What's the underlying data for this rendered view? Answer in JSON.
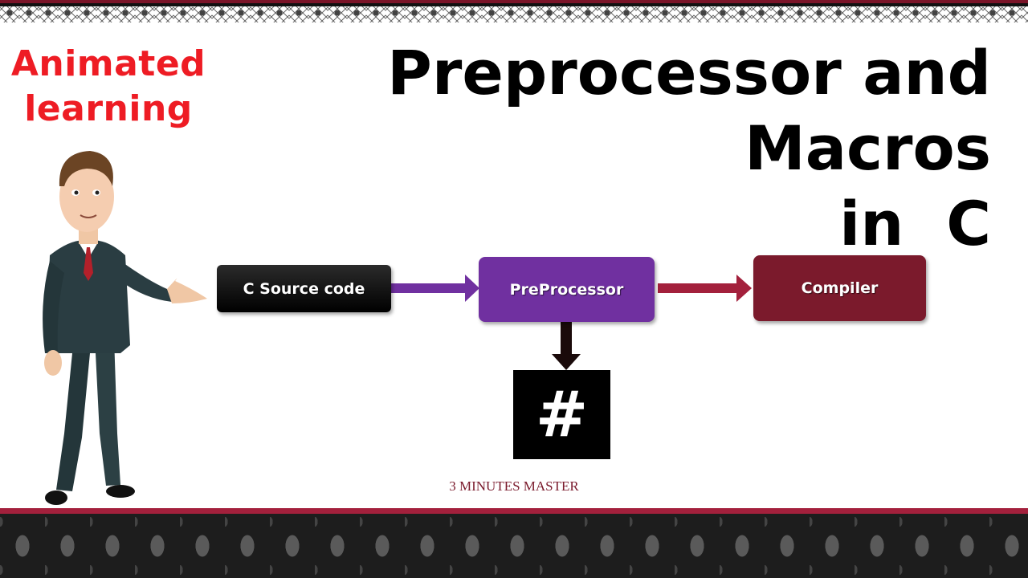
{
  "brand": {
    "line1": "Animated",
    "line2": "learning"
  },
  "title": {
    "line1": "Preprocessor and",
    "line2": "Macros",
    "line3": "in  C"
  },
  "diagram": {
    "nodes": [
      {
        "id": "source",
        "label": "C Source code"
      },
      {
        "id": "preprocessor",
        "label": "PreProcessor"
      },
      {
        "id": "compiler",
        "label": "Compiler"
      },
      {
        "id": "directive",
        "label": "#"
      }
    ],
    "edges": [
      {
        "from": "source",
        "to": "preprocessor"
      },
      {
        "from": "preprocessor",
        "to": "compiler"
      },
      {
        "from": "preprocessor",
        "to": "directive"
      }
    ]
  },
  "colors": {
    "brand": "#ee1c24",
    "source_box": "#000000",
    "preprocessor_box": "#7030a0",
    "compiler_box": "#7b1a2c",
    "border_maroon": "#a3203c"
  },
  "watermark": "3 MINUTES MASTER"
}
